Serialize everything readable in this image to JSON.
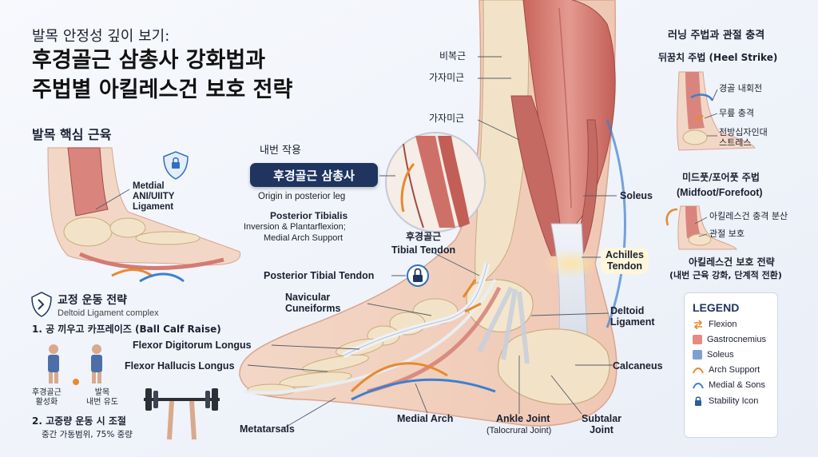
{
  "title": {
    "kicker": "발목 안정성 깊이 보기:",
    "line1": "후경골근 삼총사 강화법과",
    "line2": "주법별 아킬레스건 보호 전략"
  },
  "left_panel": {
    "heading": "발목 핵심 근육",
    "ligament_label": "Metdial\nANI/UIITY\nLigament",
    "correction_heading": "교정 운동 전략",
    "correction_sub": "Deltoid Ligament complex",
    "exercise1": "1. 공 끼우고 카프레이즈 (Ball Calf Raise)",
    "activation_left": "후경골근\n활성화",
    "activation_right": "발목\n내번 유도",
    "exercise2": "2. 고중량 운동 시 조절",
    "exercise2_sub": "중간 가동범위, 75% 중량"
  },
  "center": {
    "inversion_label": "내번 작용",
    "callout_title": "후경골근 삼총사",
    "callout_origin": "Origin in posterior leg",
    "posterior_tibialis": "Posterior Tibialis",
    "posterior_tibialis_desc1": "Inversion & Plantarflexion;",
    "posterior_tibialis_desc2": "Medial Arch Support"
  },
  "anatomy_labels": {
    "bibokgeun": "비복근",
    "gajamigeun1": "가자미근",
    "gajamigeun2": "가자미근",
    "soleus": "Soleus",
    "achilles": "Achilles\nTendon",
    "tibial_tendon_ko": "후경골근",
    "tibial_tendon_en": "Tibial Tendon",
    "posterior_tibial_tendon": "Posterior Tibial Tendon",
    "navicular": "Navicular\nCuneiforms",
    "fdl": "Flexor Digitorum Longus",
    "fhl": "Flexor Hallucis Longus",
    "metatarsals": "Metatarsals",
    "medial_arch": "Medial Arch",
    "ankle_joint": "Ankle Joint",
    "ankle_joint_sub": "(Talocrural Joint)",
    "subtalar": "Subtalar\nJoint",
    "calcaneus": "Calcaneus",
    "deltoid": "Deltoid\nLigament"
  },
  "right_panel": {
    "heading": "러닝 주법과 관절 충격",
    "heel_strike": "뒤꿈치 주법 (Heel Strike)",
    "heel_labels": [
      "경골 내회전",
      "무릎 충격",
      "전방십자인대\n스트레스"
    ],
    "midfoot_title": "미드풋/포어풋 주법",
    "midfoot_title_en": "(Midfoot/Forefoot)",
    "midfoot_labels": [
      "아킬레스건 충격 분산",
      "관절 보호"
    ],
    "protect_title": "아킬레스건 보호 전략",
    "protect_sub": "(내번 근육 강화, 단계적 전환)"
  },
  "legend": {
    "title": "LEGEND",
    "items": [
      {
        "label": "Flexion",
        "color": "#e8892f",
        "kind": "arrows-icon"
      },
      {
        "label": "Gastrocnemius",
        "color": "#e98a82",
        "kind": "swatch"
      },
      {
        "label": "Soleus",
        "color": "#7e9fd3",
        "kind": "swatch"
      },
      {
        "label": "Arch Support",
        "color": "#e8892f",
        "kind": "arc-icon"
      },
      {
        "label": "Medial & Sons",
        "color": "#3d7fd0",
        "kind": "arc-icon"
      },
      {
        "label": "Stability Icon",
        "color": "#2b5d9c",
        "kind": "lock-icon"
      }
    ]
  },
  "colors": {
    "muscle": "#d9857d",
    "muscle_dark": "#b8564f",
    "bone": "#efe0c4",
    "tendon": "#eef1f6",
    "accent_blue": "#2f6fbf",
    "accent_orange": "#e8892f",
    "navy": "#1f3560"
  }
}
